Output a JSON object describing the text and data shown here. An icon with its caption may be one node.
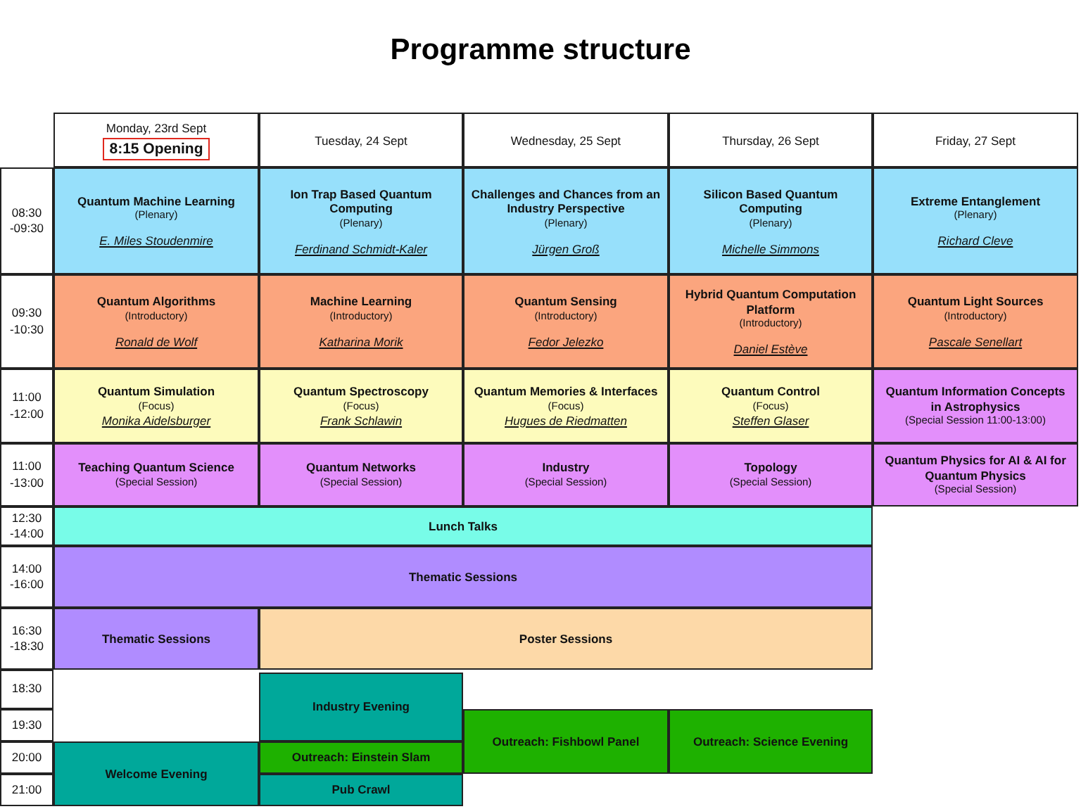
{
  "diagram": {
    "title": "Programme structure",
    "nodes": [
      {
        "text": [
          "Monday, 23rd Sept"
        ]
      },
      {
        "text": [
          "8:15 Opening"
        ],
        "in": 0
      },
      {
        "text": [
          "Tuesday, 24 Sept"
        ]
      },
      {
        "text": [
          "Wednesday, 25 Sept"
        ]
      },
      {
        "text": [
          "Thursday, 26 Sept"
        ]
      },
      {
        "text": [
          "Friday, 27 Sept"
        ]
      },
      {
        "text": [
          "08:30 -09:30"
        ]
      },
      {
        "text": [
          "Quantum Machine Learning",
          "(Plenary)",
          "E. Miles Stoudenmire"
        ]
      },
      {
        "text": [
          "Ion Trap Based Quantum Computing",
          "(Plenary)",
          "Ferdinand Schmidt-Kaler"
        ]
      },
      {
        "text": [
          "Challenges and Chances from an Industry Perspective",
          "(Plenary)",
          "Jürgen Groß"
        ]
      },
      {
        "text": [
          "Silicon Based Quantum Computing",
          "(Plenary)",
          "Michelle Simmons"
        ]
      },
      {
        "text": [
          "Extreme Entanglement",
          "(Plenary)",
          "Richard Cleve"
        ]
      },
      {
        "text": [
          "09:30 -10:30"
        ]
      },
      {
        "text": [
          "Quantum Algorithms",
          "(Introductory)",
          "Ronald de Wolf"
        ]
      },
      {
        "text": [
          "Machine Learning",
          "(Introductory)",
          "Katharina Morik"
        ]
      },
      {
        "text": [
          "Quantum Sensing",
          "(Introductory)",
          "Fedor Jelezko"
        ]
      },
      {
        "text": [
          "Hybrid Quantum Computation Platform",
          "(Introductory)",
          "Daniel Estève"
        ]
      },
      {
        "text": [
          "Quantum Light Sources",
          "(Introductory)",
          "Pascale Senellart"
        ]
      },
      {
        "text": [
          "11:00 -12:00"
        ]
      },
      {
        "text": [
          "Quantum Simulation",
          "(Focus)",
          "Monika Aidelsburger"
        ]
      },
      {
        "text": [
          "Quantum Spectroscopy",
          "(Focus)",
          "Frank Schlawin"
        ]
      },
      {
        "text": [
          "Quantum Memories & Interfaces",
          "(Focus)",
          "Hugues de Riedmatten"
        ]
      },
      {
        "text": [
          "Quantum Control",
          "(Focus)",
          "Steffen Glaser"
        ]
      },
      {
        "text": [
          "Quantum Information Concepts in Astrophysics",
          "(Special Session 11:00-13:00)"
        ]
      },
      {
        "text": [
          "11:00 -13:00"
        ]
      },
      {
        "text": [
          "Teaching Quantum Science",
          "(Special Session)"
        ]
      },
      {
        "text": [
          "Quantum Networks",
          "(Special Session)"
        ]
      },
      {
        "text": [
          "Industry",
          "(Special Session)"
        ]
      },
      {
        "text": [
          "Topology",
          "(Special Session)"
        ]
      },
      {
        "text": [
          "Quantum Physics for AI & AI for Quantum Physics",
          "(Special Session)"
        ]
      },
      {
        "text": [
          "12:30 -14:00"
        ]
      },
      {
        "text": [
          "Lunch Talks"
        ]
      },
      {
        "text": [
          "14:00 -16:00"
        ]
      },
      {
        "text": [
          "Thematic Sessions"
        ]
      },
      {
        "text": [
          "16:30 -18:30"
        ]
      },
      {
        "text": [
          "Thematic Sessions"
        ]
      },
      {
        "text": [
          "Poster Sessions"
        ]
      },
      {
        "text": [
          "18:30"
        ]
      },
      {
        "text": [
          "Industry Evening"
        ]
      },
      {
        "text": [
          "19:30"
        ]
      },
      {
        "text": [
          "Outreach: Fishbowl Panel"
        ]
      },
      {
        "text": [
          "Outreach: Science Evening"
        ]
      },
      {
        "text": [
          "20:00"
        ]
      },
      {
        "text": [
          "Welcome Evening"
        ]
      },
      {
        "text": [
          "Outreach: Einstein Slam"
        ]
      },
      {
        "text": [
          "21:00"
        ]
      },
      {
        "text": [
          "Pub Crawl"
        ]
      }
    ]
  }
}
